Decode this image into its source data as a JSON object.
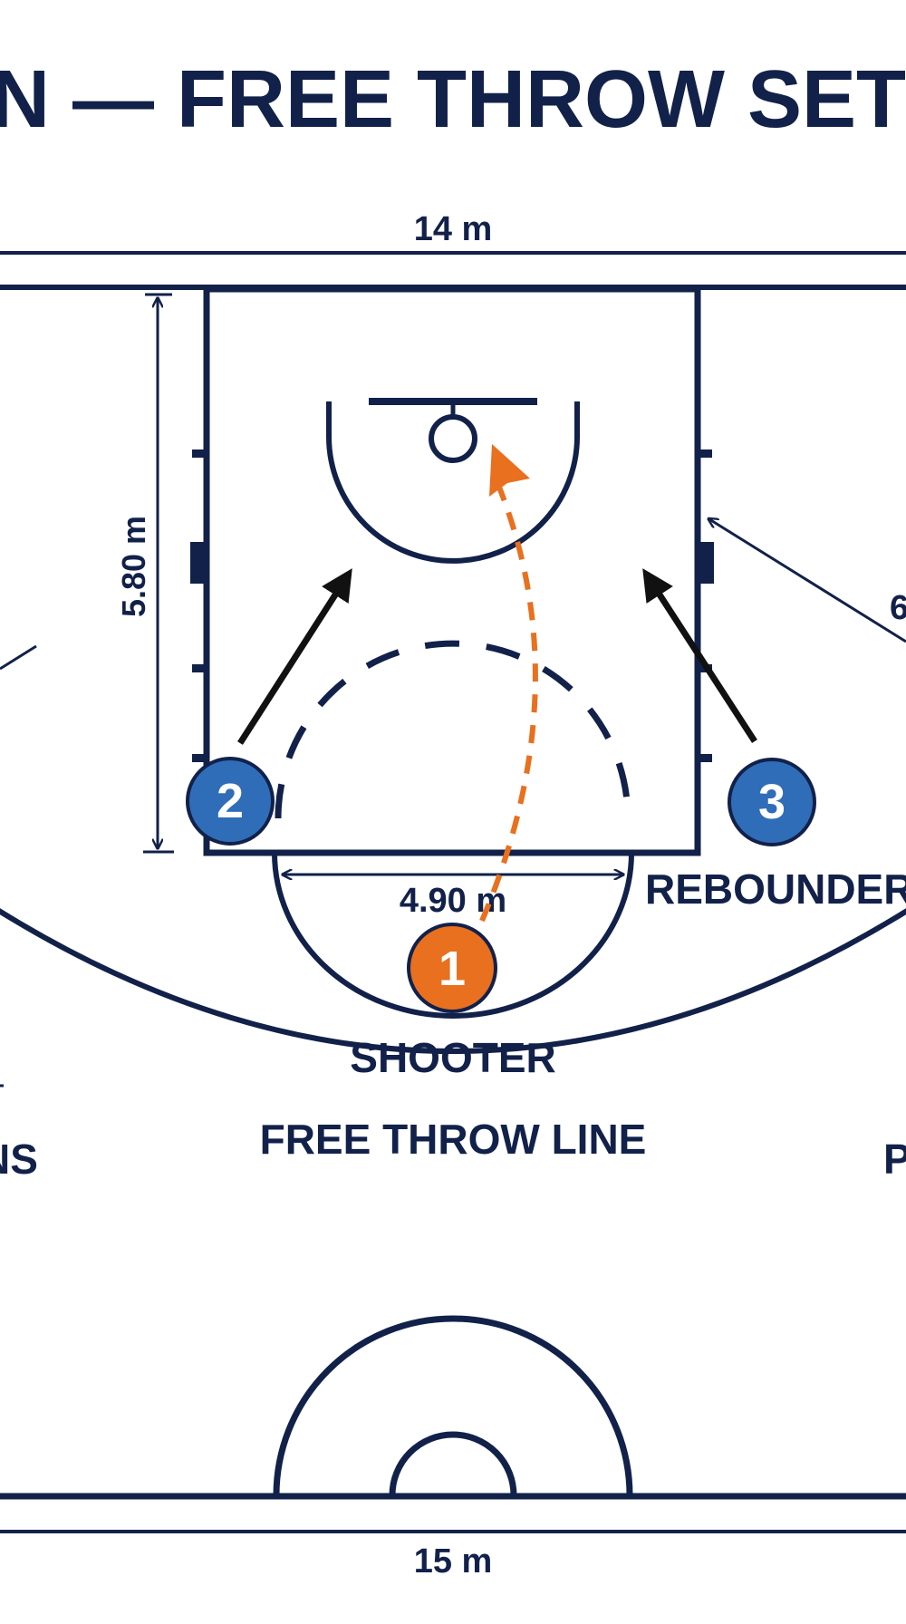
{
  "title": "N — FREE THROW SETUP &",
  "dimensions": {
    "court_width": "14 m",
    "baseline_width": "15 m",
    "lane_length": "5.80 m",
    "lane_width": "4.90 m",
    "three_point_partial": "6"
  },
  "labels": {
    "shooter": "SHOOTER",
    "rebounders": "REBOUNDERS",
    "free_throw_line": "FREE THROW LINE",
    "left_partial": "NS",
    "right_partial": "P"
  },
  "players": [
    {
      "number": "1",
      "role": "shooter",
      "color": "#e8701f"
    },
    {
      "number": "2",
      "role": "rebounder",
      "color": "#2f6db8"
    },
    {
      "number": "3",
      "role": "rebounder",
      "color": "#2f6db8"
    }
  ],
  "colors": {
    "navy": "#12214a",
    "shooter_orange": "#e8701f",
    "player_blue": "#2f6db8",
    "arrow_black": "#111111"
  }
}
